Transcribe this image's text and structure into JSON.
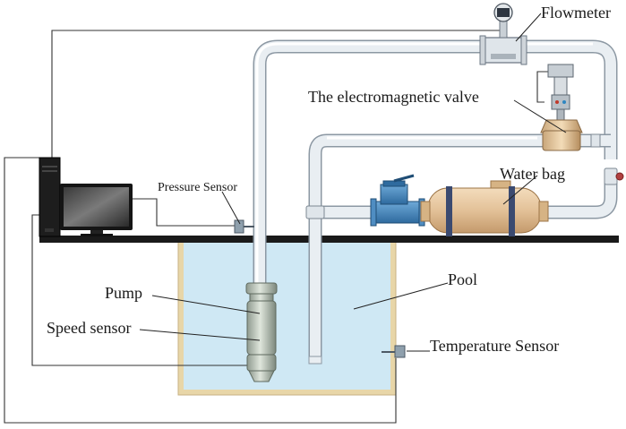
{
  "labels": {
    "flowmeter": "Flowmeter",
    "valve": "The electromagnetic valve",
    "water_bag": "Water bag",
    "pressure_sensor": "Pressure Sensor",
    "pool": "Pool",
    "pump": "Pump",
    "speed_sensor": "Speed sensor",
    "temperature_sensor": "Temperature Sensor"
  },
  "colors": {
    "pool_water": "#cfe8f4",
    "pool_wall": "#e8d6a8",
    "ground": "#1a1a1a",
    "pipe": "#e9eef2",
    "pump_body": "#b9c2b8",
    "water_bag": "#e3c198",
    "blue_valve": "#3d7fb8"
  },
  "icons": [
    "computer-tower-icon",
    "monitor-icon"
  ]
}
